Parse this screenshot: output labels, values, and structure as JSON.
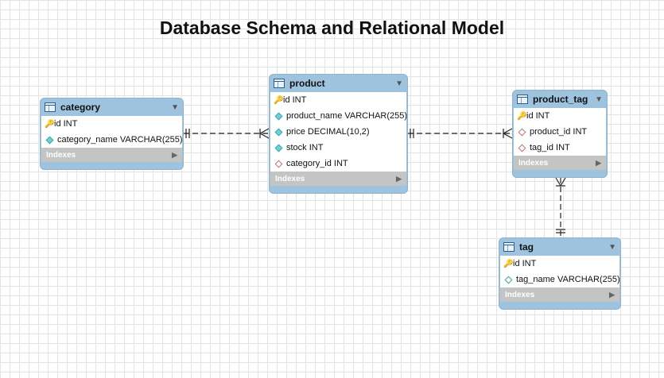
{
  "title": "Database Schema and Relational Model",
  "colors": {
    "header": "#9ec3df",
    "grid": "#e4e4e4",
    "indexes_bar": "#c4c4c4",
    "pk_key": "#d4a20a",
    "column_diamond": "#6fd0d6",
    "fk_diamond": "#c77070"
  },
  "icons": {
    "table": "table-grid-icon",
    "primary_key": "key-icon",
    "column": "diamond-icon",
    "foreign_key": "diamond-outline-icon",
    "menu": "caret-down-icon",
    "expand": "caret-right-icon"
  },
  "tables": {
    "category": {
      "name": "category",
      "columns": [
        "id INT",
        "category_name VARCHAR(255)"
      ],
      "indexes": "Indexes"
    },
    "product": {
      "name": "product",
      "columns": [
        "id INT",
        "product_name VARCHAR(255)",
        "price DECIMAL(10,2)",
        "stock INT",
        "category_id INT"
      ],
      "indexes": "Indexes"
    },
    "product_tag": {
      "name": "product_tag",
      "columns": [
        "id INT",
        "product_id INT",
        "tag_id INT"
      ],
      "indexes": "Indexes"
    },
    "tag": {
      "name": "tag",
      "columns": [
        "id INT",
        "tag_name VARCHAR(255)"
      ],
      "indexes": "Indexes"
    }
  },
  "relationships": [
    {
      "from": "category",
      "to": "product",
      "cardinality": "one-to-many"
    },
    {
      "from": "product",
      "to": "product_tag",
      "cardinality": "one-to-many"
    },
    {
      "from": "tag",
      "to": "product_tag",
      "cardinality": "one-to-many"
    }
  ]
}
